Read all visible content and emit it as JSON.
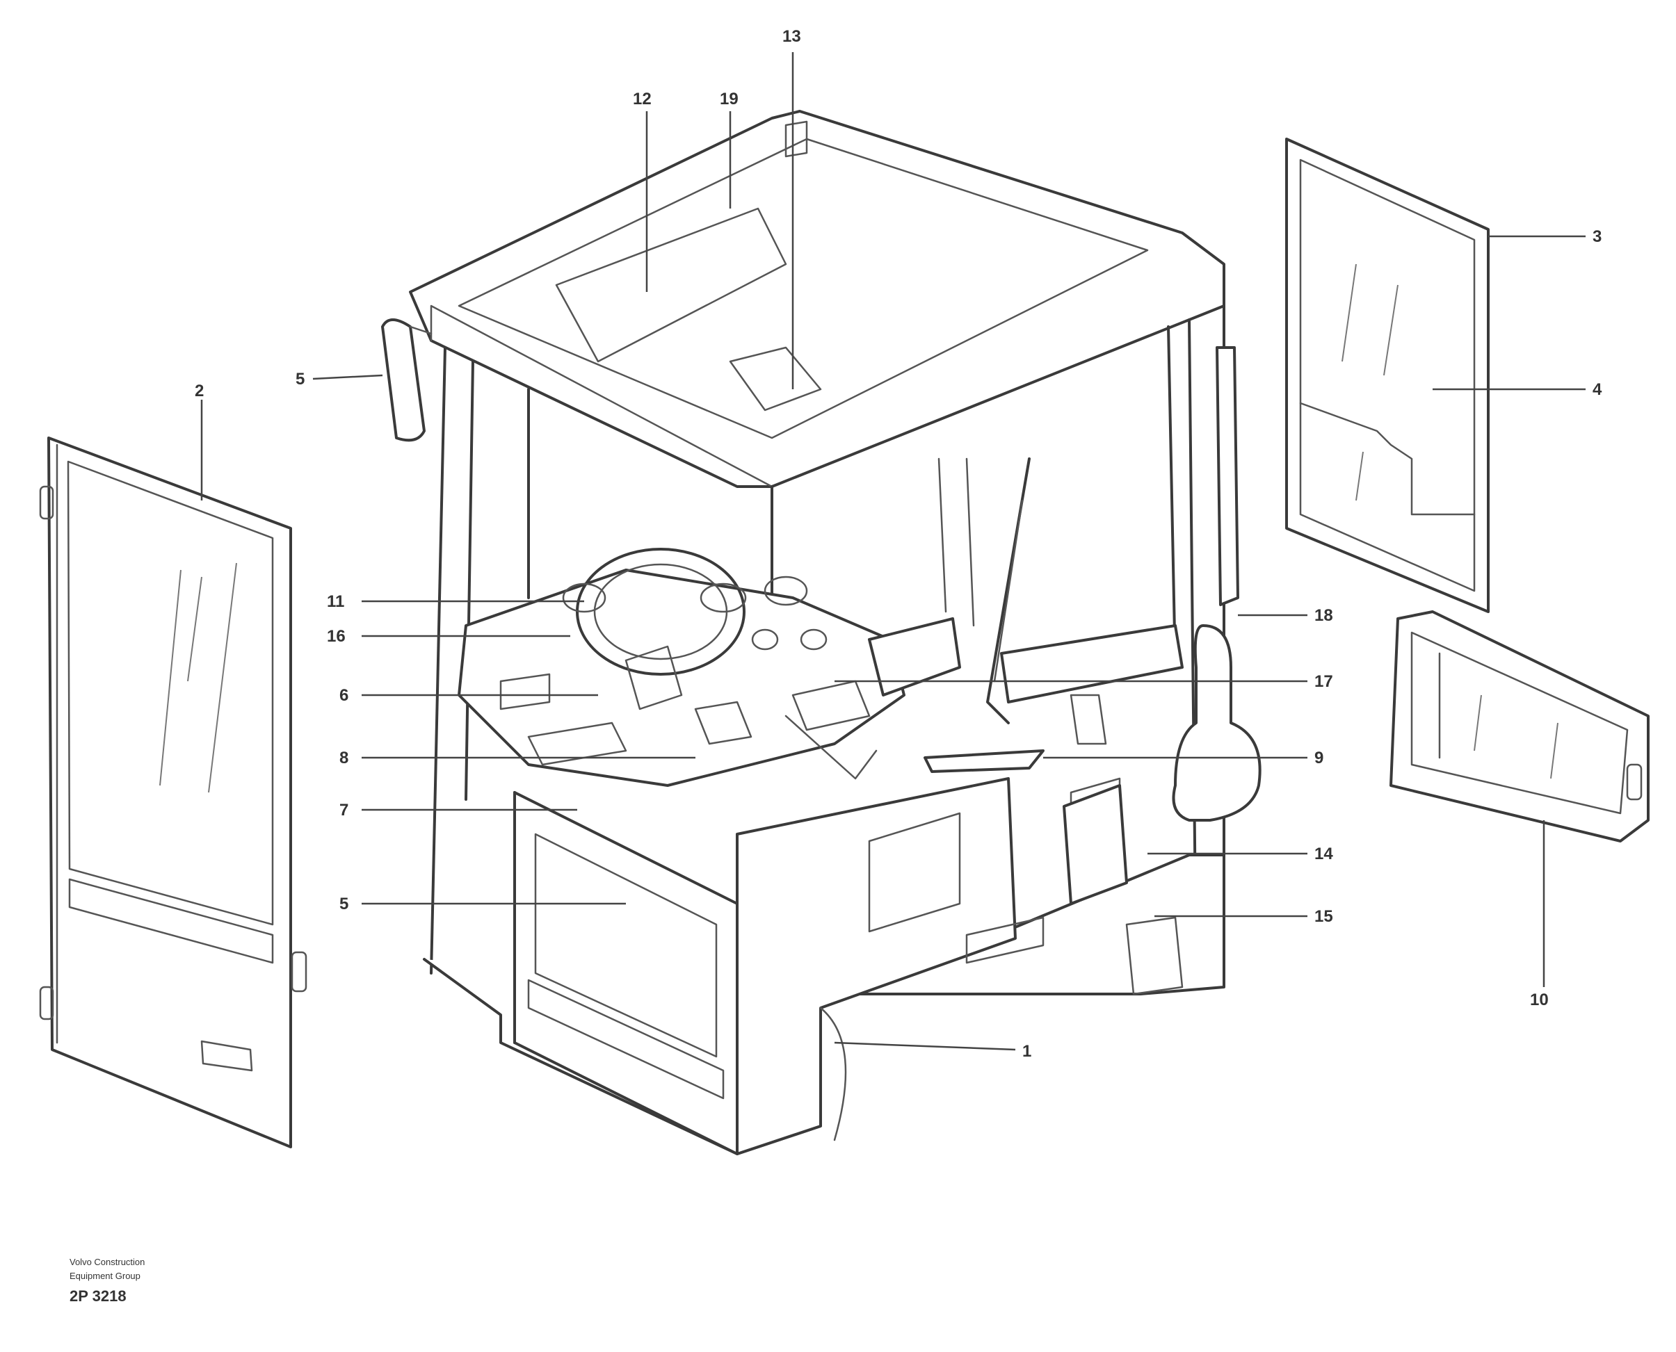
{
  "callouts": {
    "c1": "1",
    "c2": "2",
    "c3": "3",
    "c4": "4",
    "c5a": "5",
    "c5b": "5",
    "c6": "6",
    "c7": "7",
    "c8": "8",
    "c9": "9",
    "c10": "10",
    "c11": "11",
    "c12": "12",
    "c13": "13",
    "c14": "14",
    "c15": "15",
    "c16": "16",
    "c17": "17",
    "c18": "18",
    "c19": "19"
  },
  "footer": {
    "line1": "Volvo Construction",
    "line2": "Equipment Group",
    "code": "2P 3218"
  }
}
